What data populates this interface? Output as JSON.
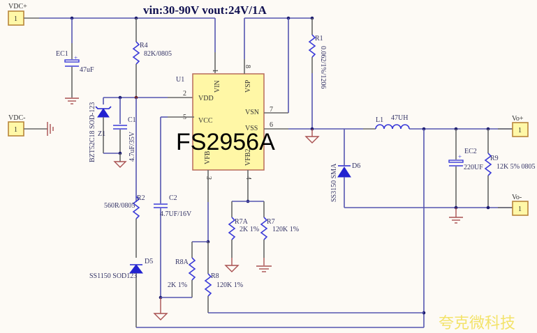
{
  "title": "vin:30-90V vout:24V/1A",
  "chip": {
    "ref": "U1",
    "part": "FS2956A",
    "pins": [
      {
        "num": "1",
        "name": "VIN"
      },
      {
        "num": "2",
        "name": "VDD"
      },
      {
        "num": "3",
        "name": "VFB"
      },
      {
        "num": "4",
        "name": "VFB2"
      },
      {
        "num": "5",
        "name": "VCC"
      },
      {
        "num": "6",
        "name": "VSS"
      },
      {
        "num": "7",
        "name": "VSN"
      },
      {
        "num": "8",
        "name": "VSP"
      }
    ]
  },
  "ports": [
    {
      "name": "VDC+",
      "pin": "1"
    },
    {
      "name": "VDC-",
      "pin": "1"
    },
    {
      "name": "Vo+",
      "pin": "1"
    },
    {
      "name": "Vo-",
      "pin": "1"
    }
  ],
  "components": {
    "EC1": {
      "ref": "EC1",
      "value": "47uF"
    },
    "R4": {
      "ref": "R4",
      "value": "82K/0805"
    },
    "R1": {
      "ref": "R1",
      "value": "0.062/1%/1206"
    },
    "Z1": {
      "ref": "Z1",
      "value": "BZT52C18 SOD-123"
    },
    "C1": {
      "ref": "C1",
      "value": "4.7uF/35V"
    },
    "C2": {
      "ref": "C2",
      "value": "4.7UF/16V"
    },
    "R2": {
      "ref": "R2",
      "value": "560R/0805"
    },
    "D5": {
      "ref": "D5",
      "value": "SS1150 SOD123"
    },
    "R8A": {
      "ref": "R8A",
      "value": "2K 1%"
    },
    "R8": {
      "ref": "R8",
      "value": "120K 1%"
    },
    "R7A": {
      "ref": "R7A",
      "value": "2K 1%"
    },
    "R7": {
      "ref": "R7",
      "value": "120K 1%"
    },
    "D6": {
      "ref": "D6",
      "value": "SS3150 SMA"
    },
    "L1": {
      "ref": "L1",
      "value": "47UH"
    },
    "EC2": {
      "ref": "EC2",
      "value": "220UF"
    },
    "R9": {
      "ref": "R9",
      "value": "12K 5% 0805"
    }
  },
  "watermark": "夸克微科技"
}
